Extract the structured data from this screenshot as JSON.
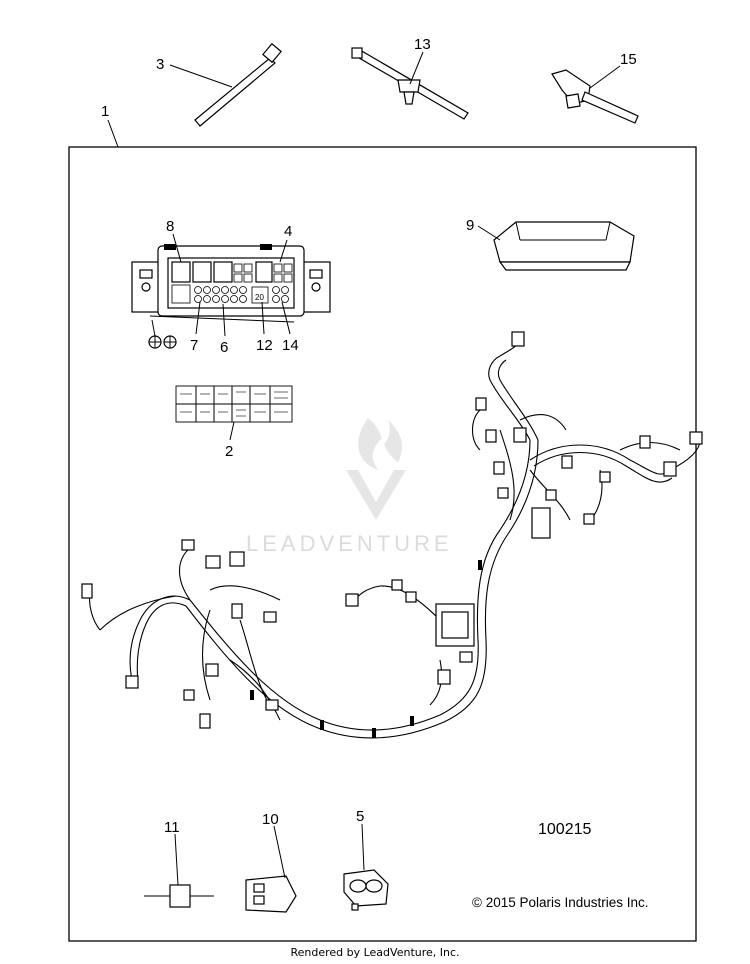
{
  "callouts": {
    "c1": "1",
    "c2": "2",
    "c3": "3",
    "c4": "4",
    "c5": "5",
    "c6": "6",
    "c7": "7",
    "c8": "8",
    "c9": "9",
    "c10": "10",
    "c11": "11",
    "c12": "12",
    "c13": "13",
    "c14": "14",
    "c15": "15"
  },
  "fuse_box_cell_number": "20",
  "diagram_number": "100215",
  "copyright": "© 2015 Polaris Industries Inc.",
  "watermark": "LEADVENTURE",
  "footer": "Rendered by LeadVenture, Inc."
}
